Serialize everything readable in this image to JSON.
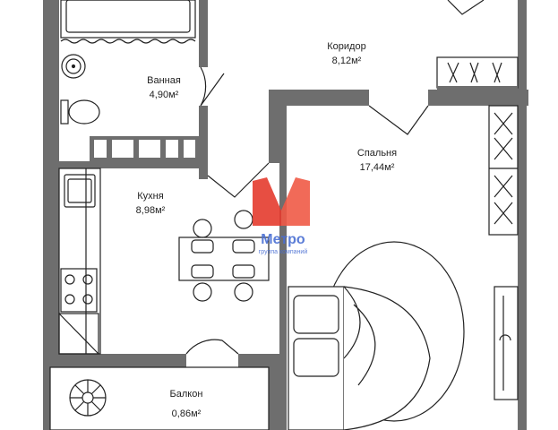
{
  "rooms": {
    "corridor": {
      "name": "Коридор",
      "area": "8,12м²"
    },
    "bathroom": {
      "name": "Ванная",
      "area": "4,90м²"
    },
    "bedroom": {
      "name": "Спальня",
      "area": "17,44м²"
    },
    "kitchen": {
      "name": "Кухня",
      "area": "8,98м²"
    },
    "balcony": {
      "name": "Балкон",
      "area": "0,86м²"
    }
  },
  "watermark": {
    "brand": "Метро",
    "tagline": "группа компаний",
    "colors": {
      "m_left": "#e53b2e",
      "m_right": "#f05a47",
      "text": "#4a6fd3"
    }
  },
  "colors": {
    "wall": "#6e6e6e",
    "line": "#222222",
    "background": "#ffffff"
  }
}
